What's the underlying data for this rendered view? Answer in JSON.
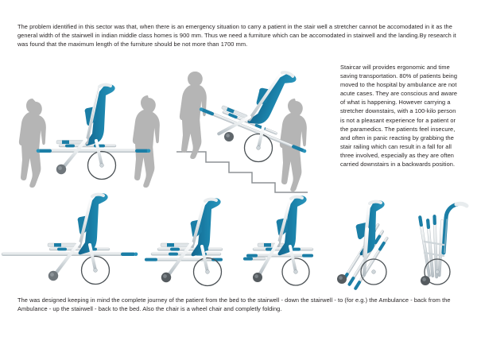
{
  "document": {
    "title": "Staircar stretcher concept board",
    "page_background": "#ffffff"
  },
  "palette": {
    "accent_teal": "#1b7ea6",
    "accent_teal_dark": "#13638a",
    "accent_teal_light": "#3fa3c9",
    "frame_light": "#e9ecee",
    "frame_mid": "#c9d0d4",
    "frame_shadow": "#9aa4aa",
    "silhouette_gray": "#b5b5b5",
    "stair_outline": "#8d9296",
    "wheel_dark": "#6f767b",
    "text": "#231f20"
  },
  "intro": {
    "text": "The problem identified in this sector was that, when there is an emergency situation to carry a patient in the stair well a stretcher cannot be accomodated in it as the general width of the stairwell in indian middle class homes is 900 mm. Thus we need a furniture which can be accomodated in stairwell and the landing.By research it was found that the maximum length of the furniture should be not more than 1700 mm."
  },
  "side_note": {
    "text": "Staircar will provides ergonomic and time saving transportation. 80% of patients being moved to the hospital by ambulance are not acute cases. They are conscious and aware of what is happening. However carrying a stretcher downstairs, with a 100-kilo person is not a pleasant experience for a patient or the paramedics. The patients feel insecure, and often in panic reacting by grabbing the stair railing which can result in a fall for all three involved, especially as they are often carried downstairs in a backwards position."
  },
  "closing": {
    "text": "The was designed keeping in mind the complete journey of the patient from the bed to the stairwell - down the stairwell - to (for e.g.) the Ambulance - back from the Ambulance - up the stairwell - back to the bed. Also the chair is a wheel chair and completly folding."
  },
  "illustrations": [
    {
      "id": "scene-flat",
      "name": "stretcher-carried-on-level-ground",
      "caption_visible": false,
      "figures": [
        "person-walking-front",
        "person-walking-rear"
      ],
      "device_state": "stretcher-mode-horizontal"
    },
    {
      "id": "scene-stairs",
      "name": "stretcher-carried-down-stairs",
      "caption_visible": false,
      "figures": [
        "person-walking-upper",
        "person-walking-lower"
      ],
      "device_state": "stretcher-mode-inclined",
      "stair_steps": 5
    },
    {
      "id": "scene-chair-1",
      "name": "chair-fully-extended",
      "device_state": "extended-stretcher"
    },
    {
      "id": "scene-chair-2",
      "name": "chair-partially-folded",
      "device_state": "partly-folded"
    },
    {
      "id": "scene-chair-3",
      "name": "chair-seat-folded",
      "device_state": "seat-folded"
    },
    {
      "id": "scene-chair-4",
      "name": "chair-upright-folding",
      "device_state": "upright-folding"
    },
    {
      "id": "scene-chair-5",
      "name": "chair-fully-folded",
      "device_state": "fully-folded"
    }
  ]
}
